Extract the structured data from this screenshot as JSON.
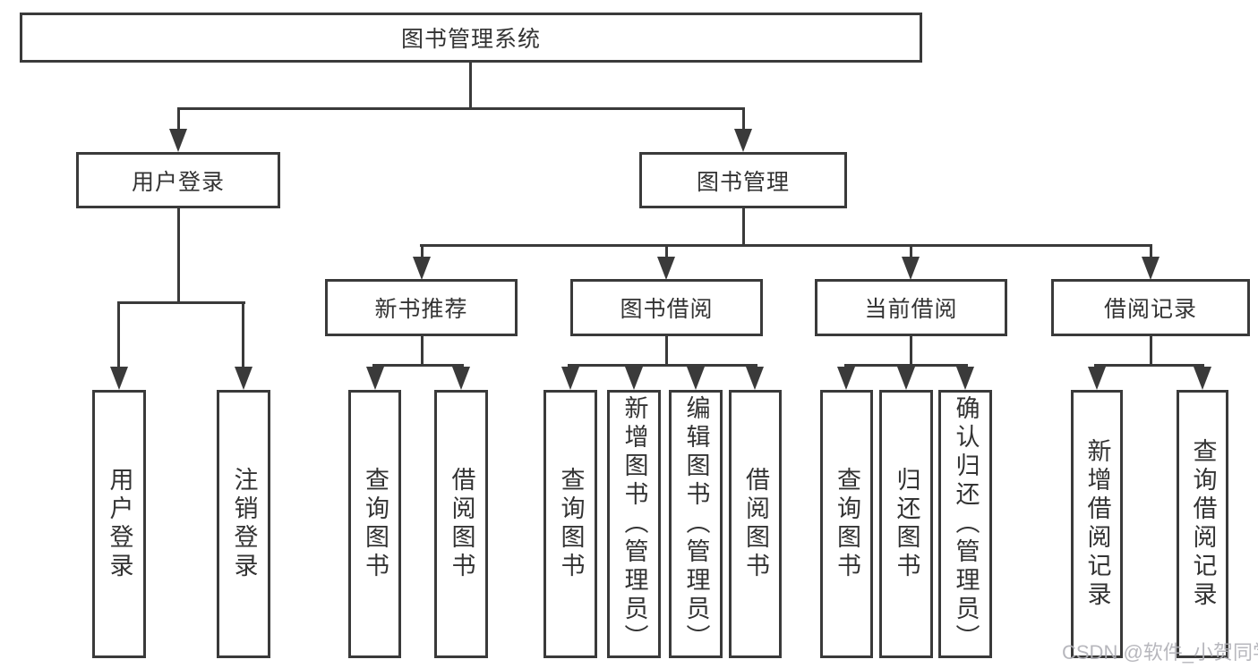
{
  "diagram": {
    "root": "图书管理系统",
    "level2": {
      "user_login": "用户登录",
      "book_management": "图书管理"
    },
    "level3": {
      "new_book_recommend": "新书推荐",
      "book_borrow": "图书借阅",
      "current_borrow": "当前借阅",
      "borrow_records": "借阅记录"
    },
    "leaves": {
      "user_login": [
        "用户登录",
        "注销登录"
      ],
      "new_book_recommend": [
        "查询图书",
        "借阅图书"
      ],
      "book_borrow": [
        "查询图书",
        "新增图书（管理员）",
        "编辑图书（管理员）",
        "借阅图书"
      ],
      "current_borrow": [
        "查询图书",
        "归还图书",
        "确认归还（管理员）"
      ],
      "borrow_records": [
        "新增借阅记录",
        "查询借阅记录"
      ]
    }
  },
  "watermark": {
    "text": "CSDN @软件_小贺同学"
  },
  "colors": {
    "line": "#3a3a3a",
    "background": "#ffffff",
    "watermark": "#b0b0b6"
  }
}
